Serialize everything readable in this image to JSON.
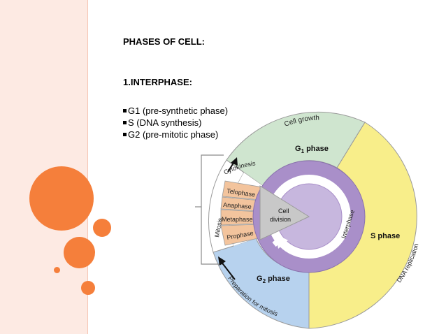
{
  "slide": {
    "title": "PHASES OF CELL:",
    "heading": "1.INTERPHASE:",
    "bullets": [
      "G1 (pre-synthetic phase)",
      "S (DNA synthesis)",
      "G2 (pre-mitotic phase)"
    ]
  },
  "diagram": {
    "cell_growth": "Cell growth",
    "g1_prefix": "G",
    "g1_sub": "1",
    "g1_suffix": " phase",
    "s_phase": "S phase",
    "dna_replication": "DNA replication",
    "g2_prefix": "G",
    "g2_sub": "2",
    "g2_suffix": " phase",
    "preparation": "Preparation for mitosis",
    "mitosis": "Mitosis",
    "interphase": "Interphase",
    "cell_division_line1": "Cell",
    "cell_division_line2": "division",
    "stages": {
      "cytokinesis": "Cytokinesis",
      "telophase": "Telophase",
      "anaphase": "Anaphase",
      "metaphase": "Metaphase",
      "prophase": "Prophase"
    }
  },
  "colors": {
    "accent": "#f57f3b",
    "g1": "#cfe5cf",
    "s": "#f8ee8a",
    "g2": "#b7d2ee",
    "mitosis_stage": "#f3c49d",
    "interphase_ring": "#a98fc9",
    "center": "#c7b7de"
  }
}
